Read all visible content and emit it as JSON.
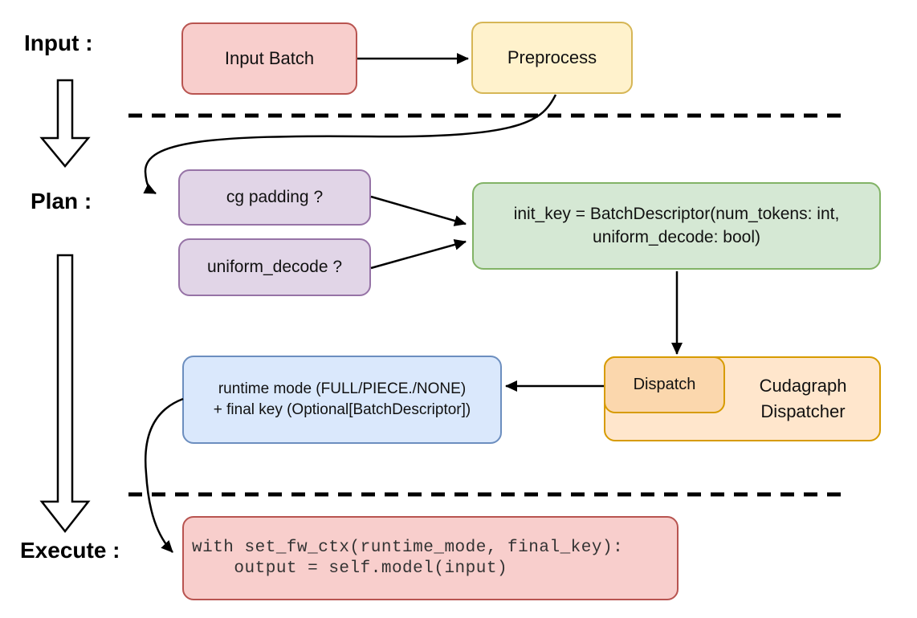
{
  "palette": {
    "red_fill": "#f8cecc",
    "red_border": "#b85450",
    "yellow_fill": "#fff2cc",
    "yellow_border": "#d6b656",
    "purple_fill": "#e1d5e7",
    "purple_border": "#9673a6",
    "green_fill": "#d5e8d4",
    "green_border": "#82b366",
    "blue_fill": "#dae8fc",
    "blue_border": "#6c8ebf",
    "orange_fill": "#ffe6cc",
    "orange_inner_fill": "#fbd7ad",
    "orange_border": "#d79b00",
    "arrow_color": "#000000",
    "background": "#ffffff"
  },
  "sections": {
    "input_label": "Input :",
    "plan_label": "Plan :",
    "execute_label": "Execute :"
  },
  "nodes": {
    "input_batch": "Input Batch",
    "preprocess": "Preprocess",
    "cg_padding": "cg padding ?",
    "uniform_decode": "uniform_decode ?",
    "init_key_line1": "init_key = BatchDescriptor(num_tokens: int,",
    "init_key_line2": "uniform_decode: bool)",
    "runtime_line1": "runtime mode (FULL/PIECE./NONE)",
    "runtime_line2": "+ final key (Optional[BatchDescriptor])",
    "dispatch": "Dispatch",
    "cudagraph_line1": "Cudagraph",
    "cudagraph_line2": "Dispatcher",
    "code_line1": "with set_fw_ctx(runtime_mode, final_key):",
    "code_line2": "    output = self.model(input)"
  }
}
